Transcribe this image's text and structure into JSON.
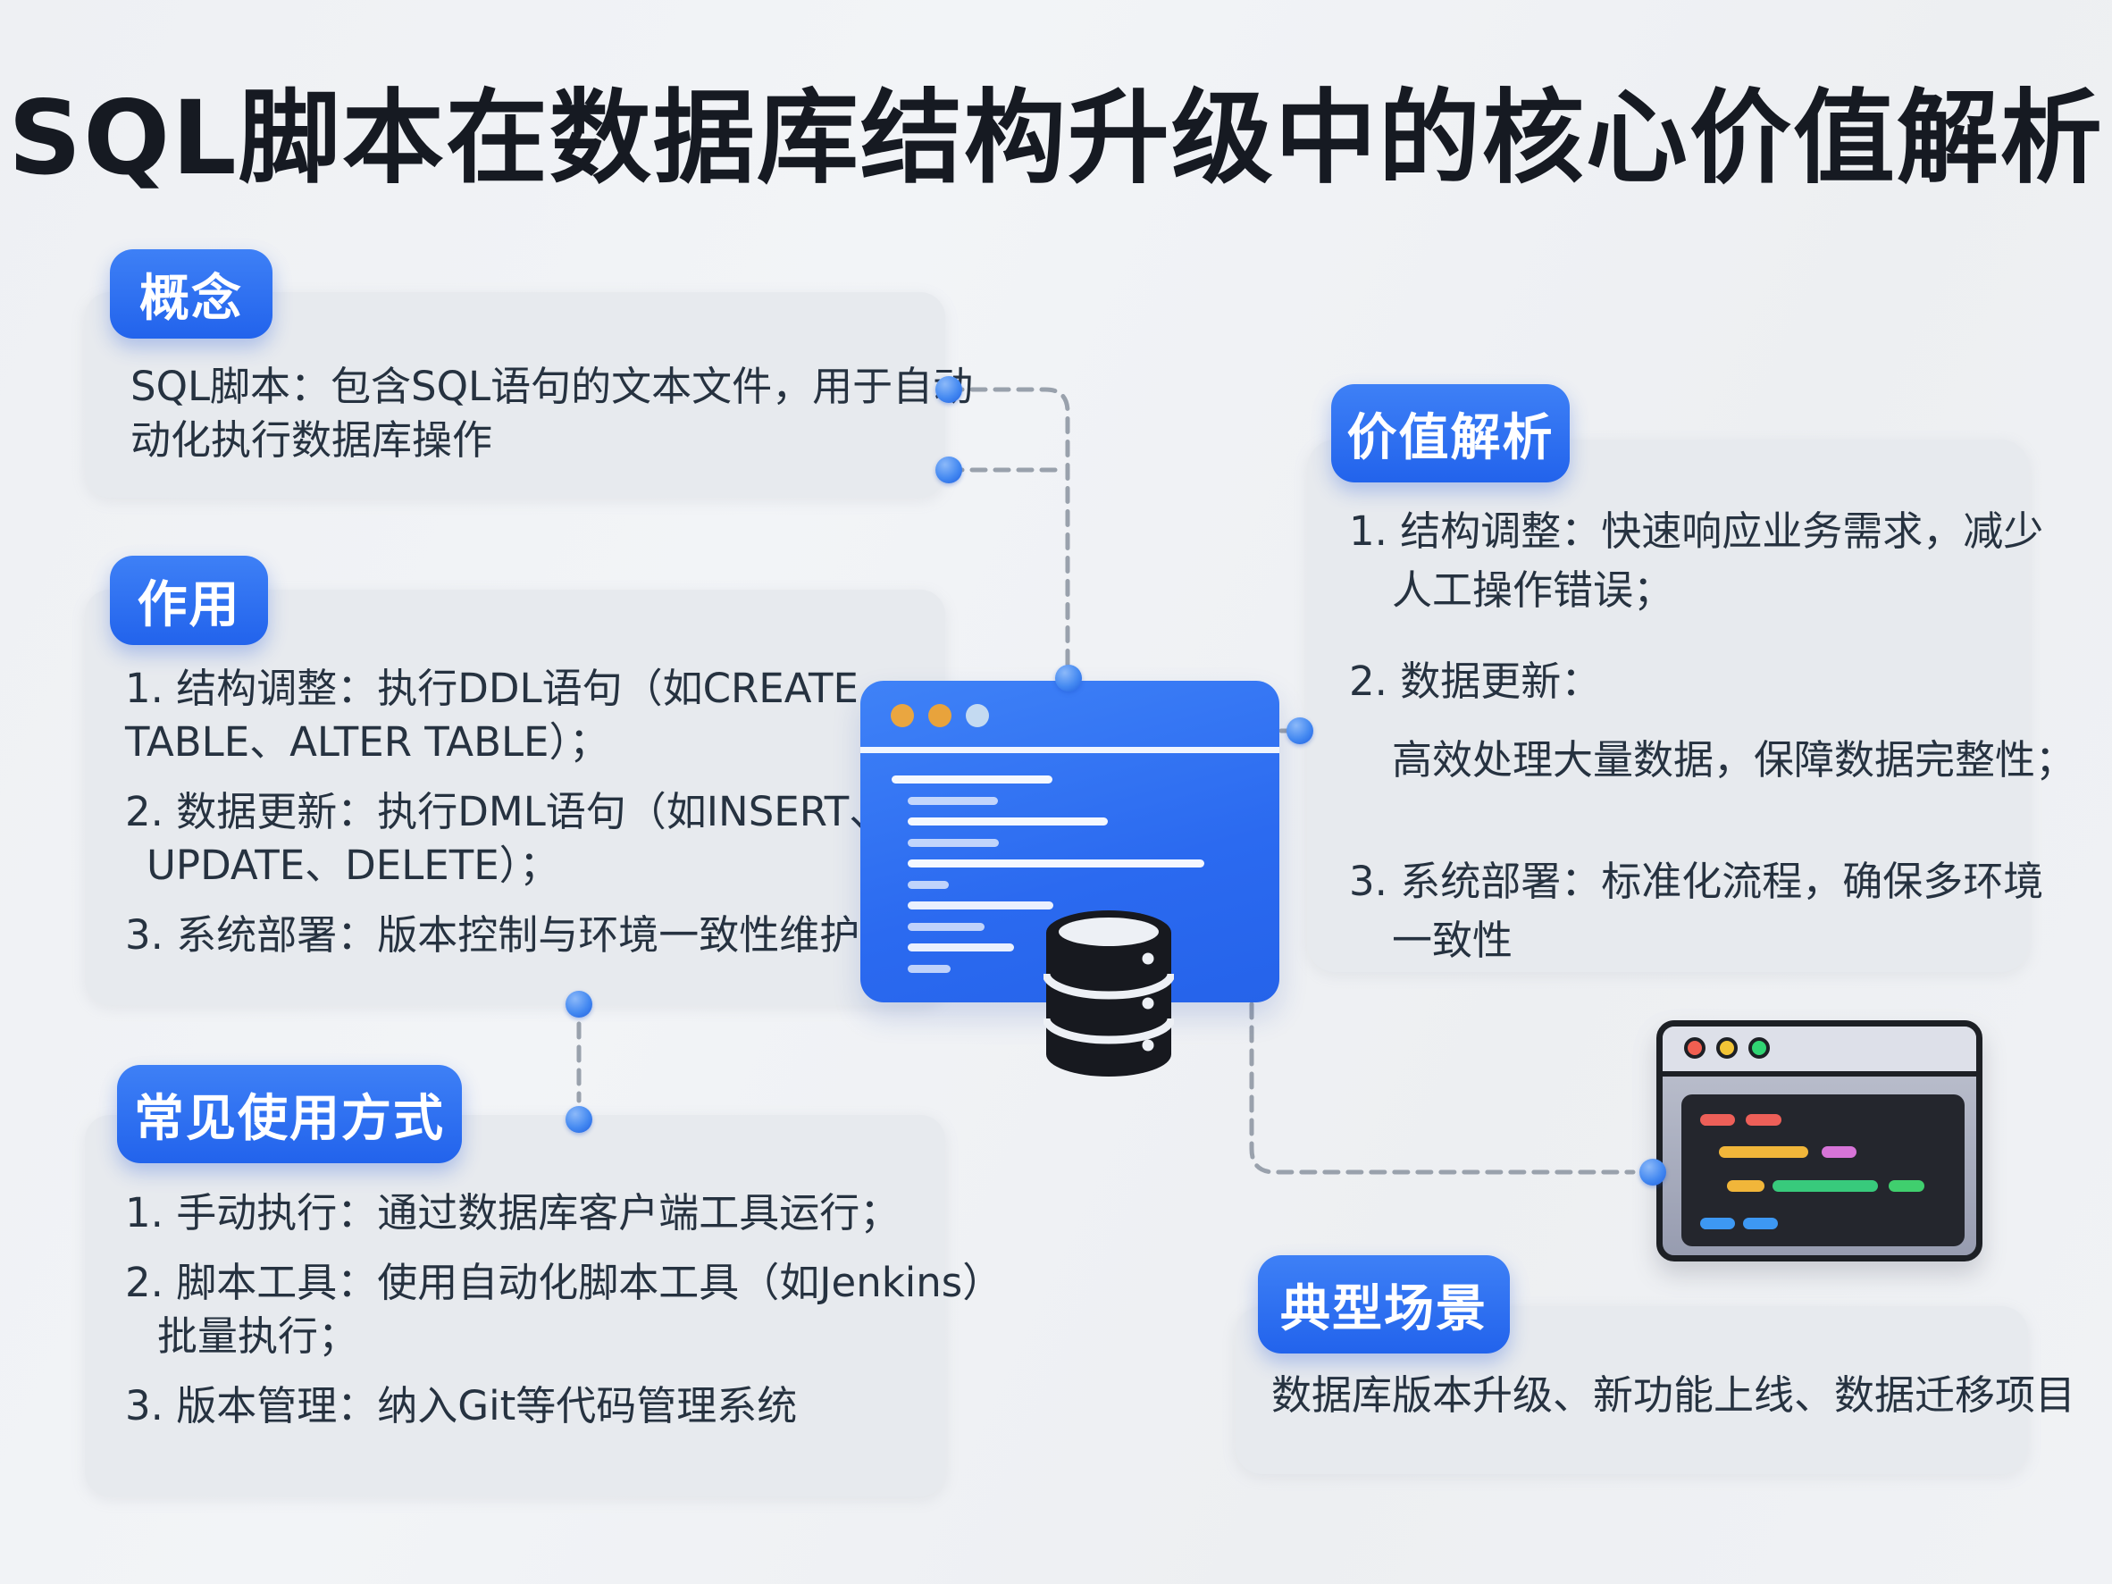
{
  "title": "SQL脚本在数据库结构升级中的核心价值解析",
  "cards": {
    "concept": {
      "badge": "概念",
      "lines": [
        "SQL脚本：包含SQL语句的文本文件，用于自动",
        "动化执行数据库操作"
      ]
    },
    "role": {
      "badge": "作用",
      "items": [
        {
          "lines": [
            "1. 结构调整：执行DDL语句（如CREATE",
            "TABLE、ALTER TABLE）；"
          ]
        },
        {
          "lines": [
            "2. 数据更新：执行DML语句（如INSERT、",
            "UPDATE、DELETE）；"
          ]
        },
        {
          "lines": [
            "3. 系统部署：版本控制与环境一致性维护"
          ]
        }
      ]
    },
    "usage": {
      "badge": "常见使用方式",
      "items": [
        {
          "lines": [
            "1. 手动执行：通过数据库客户端工具运行；"
          ]
        },
        {
          "lines": [
            "2. 脚本工具：使用自动化脚本工具（如Jenkins）",
            "批量执行；"
          ]
        },
        {
          "lines": [
            "3. 版本管理：纳入Git等代码管理系统"
          ]
        }
      ]
    },
    "value": {
      "badge": "价值解析",
      "items": [
        {
          "lines": [
            "1. 结构调整：快速响应业务需求，减少",
            "人工操作错误；"
          ]
        },
        {
          "lines": [
            "2. 数据更新：",
            "高效处理大量数据，保障数据完整性；"
          ]
        },
        {
          "lines": [
            "3. 系统部署：标准化流程，确保多环境",
            "一致性"
          ]
        }
      ]
    },
    "scenario": {
      "badge": "典型场景",
      "line": "数据库版本升级、新功能上线、数据迁移项目"
    }
  },
  "colors": {
    "badge_blue": "#2b6cf0",
    "window_blue": "#2e70f2",
    "window_dot_orange": "#eaa640",
    "window_dot_lightblue": "#c4daf1",
    "database_dark": "#17191f",
    "body_text": "#263240",
    "title_text": "#161a22",
    "dashed_line": "#99a1ac",
    "connector_dot": "#4489f1",
    "editor_light_red": "#f15f51",
    "editor_light_yellow": "#f2c436",
    "editor_light_green": "#30d473",
    "code_red": "#ed5f58",
    "code_yellow": "#f1b63a",
    "code_pink": "#d774d8",
    "code_green": "#38ca7c",
    "code_green2": "#40cf6e",
    "code_blue": "#3d98f3"
  },
  "icons": {
    "browser_window": "browser-window-illustration",
    "database": "database-cylinder-icon",
    "code_editor": "code-editor-window-icon",
    "connector_dot": "connector-node-dot",
    "traffic_lights": "traffic-light-icons"
  }
}
